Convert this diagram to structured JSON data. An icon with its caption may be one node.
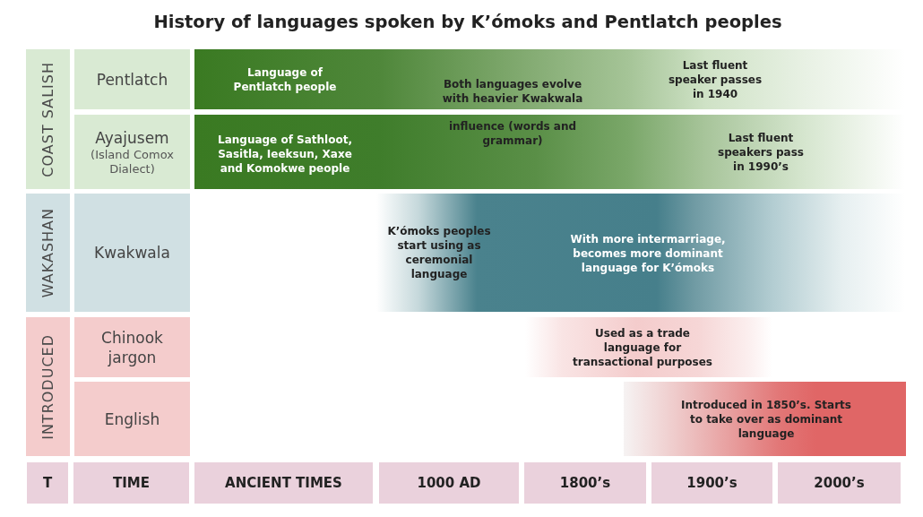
{
  "diagram": {
    "title": "History of languages spoken by K’ómoks and Pentlatch peoples",
    "nodes": [
      {
        "text": [
          "COAST SALISH"
        ]
      },
      {
        "text": [
          "Pentlatch"
        ]
      },
      {
        "text": [
          "Language of Pentlatch people",
          "Both languages evolve with heavier Kwakwala",
          "Last fluent speaker passes in 1940"
        ]
      },
      {
        "text": [
          "Ayajusem",
          "(Island Comox Dialect)"
        ]
      },
      {
        "text": [
          "Language of Sathloot, Sasitla, Ieeksun, Xaxe and Komokwe people",
          "influence (words and grammar)",
          "Last fluent speakers pass in 1990’s"
        ]
      },
      {
        "text": [
          "WAKASHAN"
        ]
      },
      {
        "text": [
          "Kwakwala"
        ]
      },
      {
        "text": [
          "K’ómoks peoples start using as ceremonial language",
          "With more intermarriage, becomes more dominant language for K’ómoks"
        ]
      },
      {
        "text": [
          "INTRODUCED"
        ]
      },
      {
        "text": [
          "Chinook jargon"
        ]
      },
      {
        "text": [
          "Used as a trade language for transactional purposes"
        ]
      },
      {
        "text": [
          "English"
        ]
      },
      {
        "text": [
          "Introduced in 1850’s. Starts to take over as dominant language"
        ]
      },
      {
        "text": [
          "T"
        ]
      },
      {
        "text": [
          "TIME"
        ]
      },
      {
        "text": [
          "ANCIENT TIMES"
        ]
      },
      {
        "text": [
          "1000 AD"
        ]
      },
      {
        "text": [
          "1800’s"
        ]
      },
      {
        "text": [
          "1900’s"
        ]
      },
      {
        "text": [
          "2000’s"
        ]
      }
    ]
  }
}
